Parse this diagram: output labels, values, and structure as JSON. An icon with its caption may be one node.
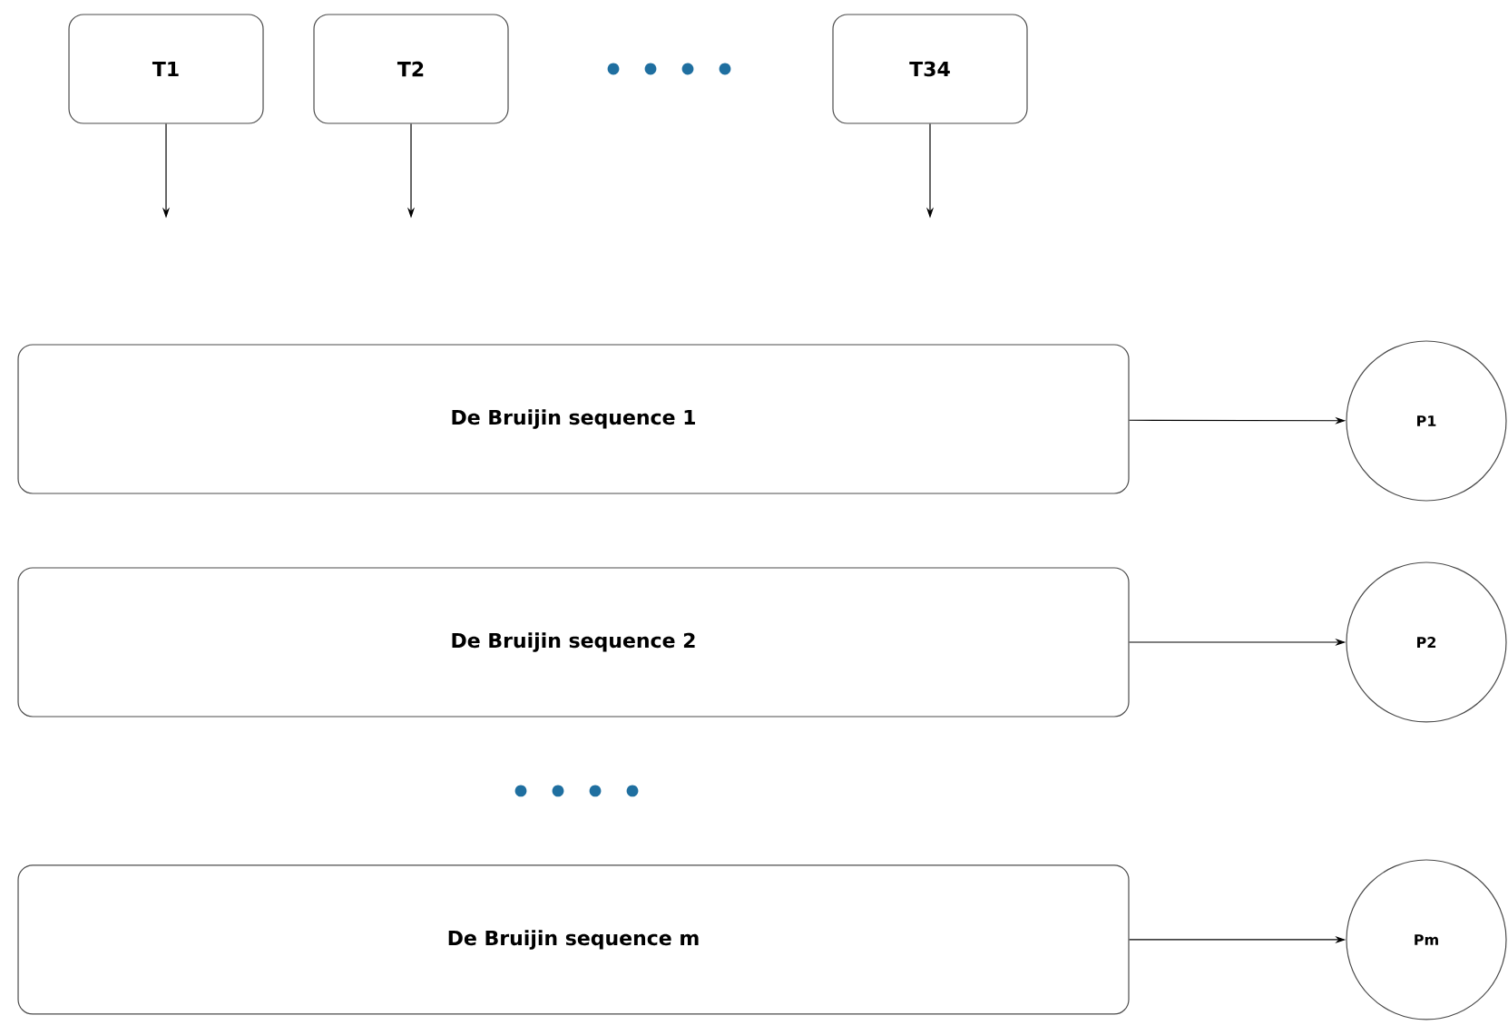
{
  "diagram": {
    "nodes": [
      {
        "text": [
          "T1"
        ]
      },
      {
        "text": [
          "T2"
        ]
      },
      {
        "text": [
          "T34"
        ]
      },
      {
        "text": [
          "De Bruijin sequence 1"
        ]
      },
      {
        "text": [
          "P1"
        ]
      },
      {
        "text": [
          "De Bruijin sequence 2"
        ]
      },
      {
        "text": [
          "P2"
        ]
      },
      {
        "text": [
          "De Bruijin sequence m"
        ]
      },
      {
        "text": [
          "Pm"
        ]
      }
    ],
    "edges": [
      {
        "from": 0,
        "to": null,
        "arrow": "to"
      },
      {
        "from": 1,
        "to": null,
        "arrow": "to"
      },
      {
        "from": 2,
        "to": null,
        "arrow": "to"
      },
      {
        "from": 3,
        "to": 4,
        "arrow": "to"
      },
      {
        "from": 5,
        "to": 6,
        "arrow": "to"
      },
      {
        "from": 7,
        "to": 8,
        "arrow": "to"
      }
    ]
  }
}
